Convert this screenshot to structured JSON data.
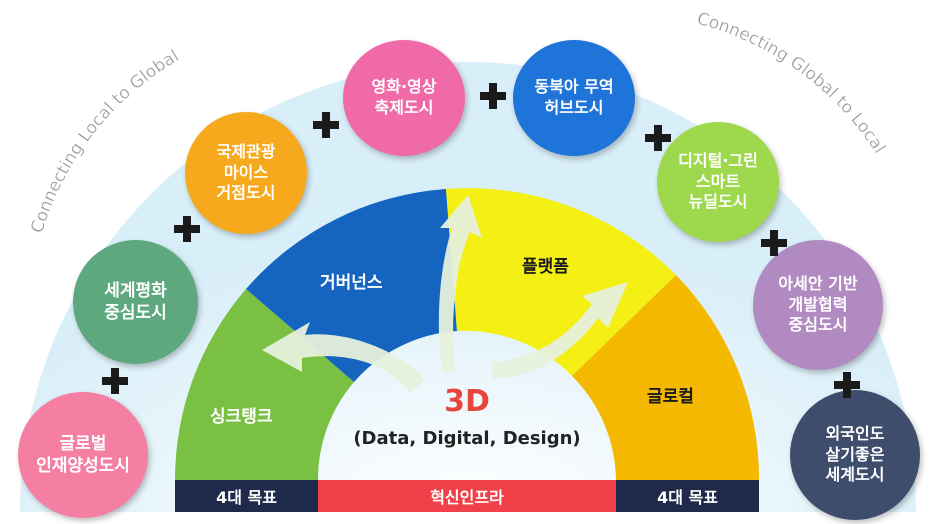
{
  "slogans": {
    "left": "Connecting Local to Global",
    "right": "Connecting Global to Local"
  },
  "center": {
    "title": "3D",
    "subtitle": "(Data, Digital, Design)"
  },
  "segments": {
    "think_tank": "싱크탱크",
    "governance": "거버넌스",
    "platform": "플랫폼",
    "glocal": "글로컬"
  },
  "bottom_bar": {
    "left": "4대 목표",
    "middle": "혁신인프라",
    "right": "4대 목표"
  },
  "goals": [
    {
      "lines": [
        "글로벌",
        "인재양성도시"
      ],
      "color": "#f47fa3"
    },
    {
      "lines": [
        "세계평화",
        "중심도시"
      ],
      "color": "#5ea880"
    },
    {
      "lines": [
        "국제관광",
        "마이스",
        "거점도시"
      ],
      "color": "#f6a91c"
    },
    {
      "lines": [
        "영화·영상",
        "축제도시"
      ],
      "color": "#f06aa8"
    },
    {
      "lines": [
        "동북아 무역",
        "허브도시"
      ],
      "color": "#1e74d8"
    },
    {
      "lines": [
        "디지털·그린",
        "스마트",
        "뉴딜도시"
      ],
      "color": "#9ed84c"
    },
    {
      "lines": [
        "아세안 기반",
        "개발협력",
        "중심도시"
      ],
      "color": "#b18ac2"
    },
    {
      "lines": [
        "외국인도",
        "살기좋은",
        "세계도시"
      ],
      "color": "#3e4d6c"
    }
  ],
  "colors": {
    "think_tank": "#7ac043",
    "governance": "#1565c0",
    "platform": "#f5f014",
    "glocal": "#f5b800",
    "bar_navy": "#1f2a4a",
    "bar_red": "#f0404a",
    "title_red": "#e8453c"
  }
}
